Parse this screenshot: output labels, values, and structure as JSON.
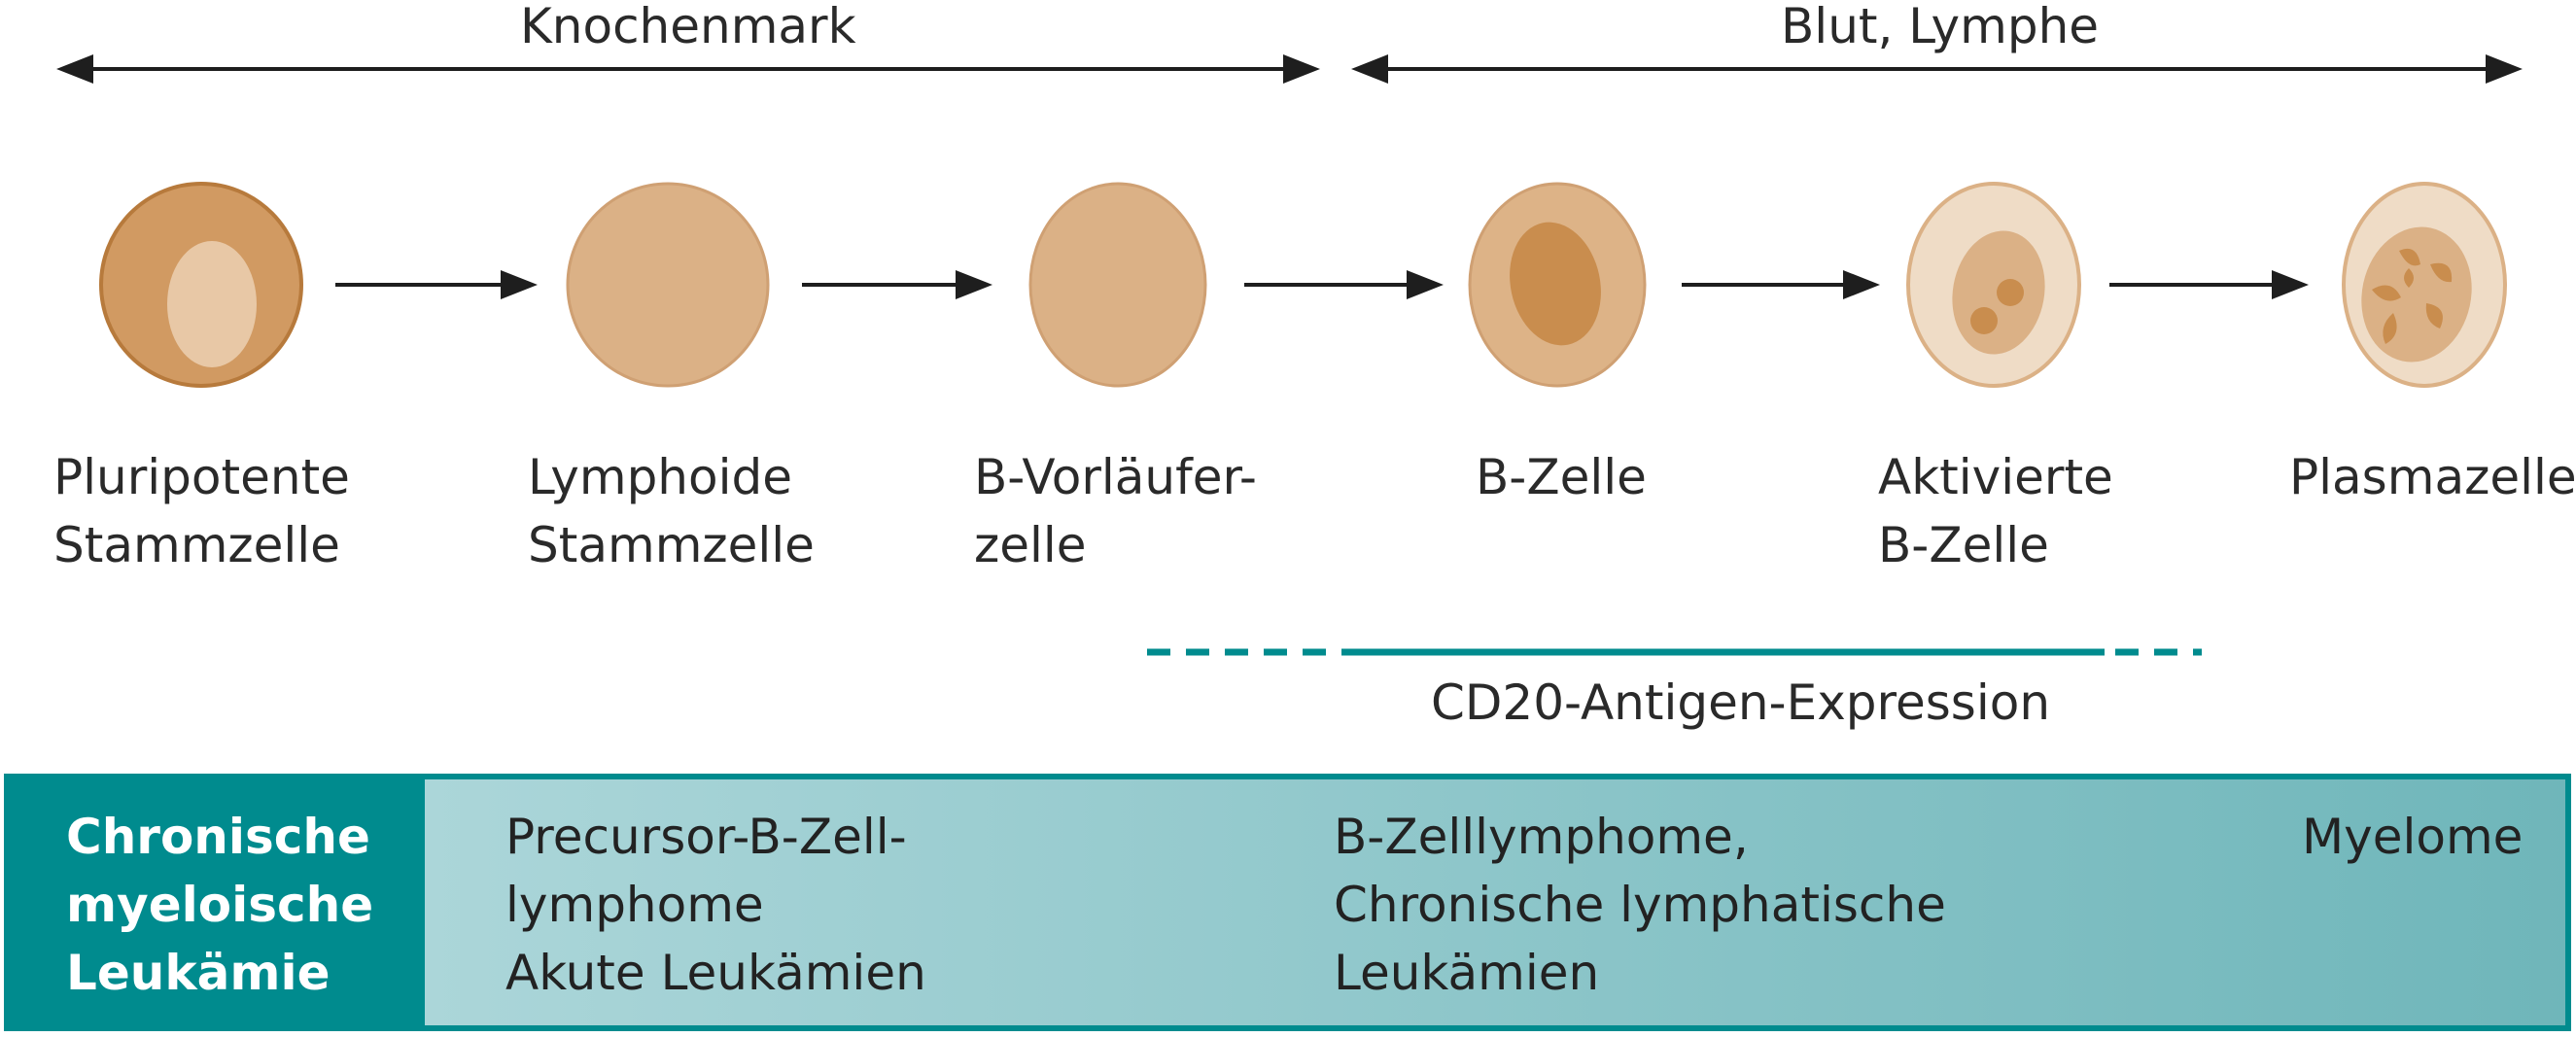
{
  "regions": {
    "left": "Knochenmark",
    "right": "Blut, Lymphe"
  },
  "cells": [
    {
      "label_line1": "Pluripotente",
      "label_line2": "Stammzelle"
    },
    {
      "label_line1": "Lymphoide",
      "label_line2": "Stammzelle"
    },
    {
      "label_line1": "B-Vorläufer-",
      "label_line2": "zelle"
    },
    {
      "label_line1": "B-Zelle",
      "label_line2": ""
    },
    {
      "label_line1": "Aktivierte",
      "label_line2": "B-Zelle"
    },
    {
      "label_line1": "Plasmazelle",
      "label_line2": ""
    }
  ],
  "expression_label": "CD20-Antigen-Expression",
  "bottom_bar": {
    "left_line1": "Chronische",
    "left_line2": "myeloische",
    "left_line3": "Leukämie",
    "col1_line1": "Precursor-B-Zell-",
    "col1_line2": "lymphome",
    "col1_line3": "Akute Leukämien",
    "col2_line1": "B-Zelllymphome,",
    "col2_line2": "Chronische lymphatische",
    "col2_line3": "Leukämien",
    "col3_line1": "Myelome"
  },
  "colors": {
    "arrow": "#1e1e1e",
    "teal": "#008b8e",
    "cell_dark": "#c98d4e",
    "cell_mid": "#dbb186",
    "cell_light": "#ecd9c2"
  }
}
